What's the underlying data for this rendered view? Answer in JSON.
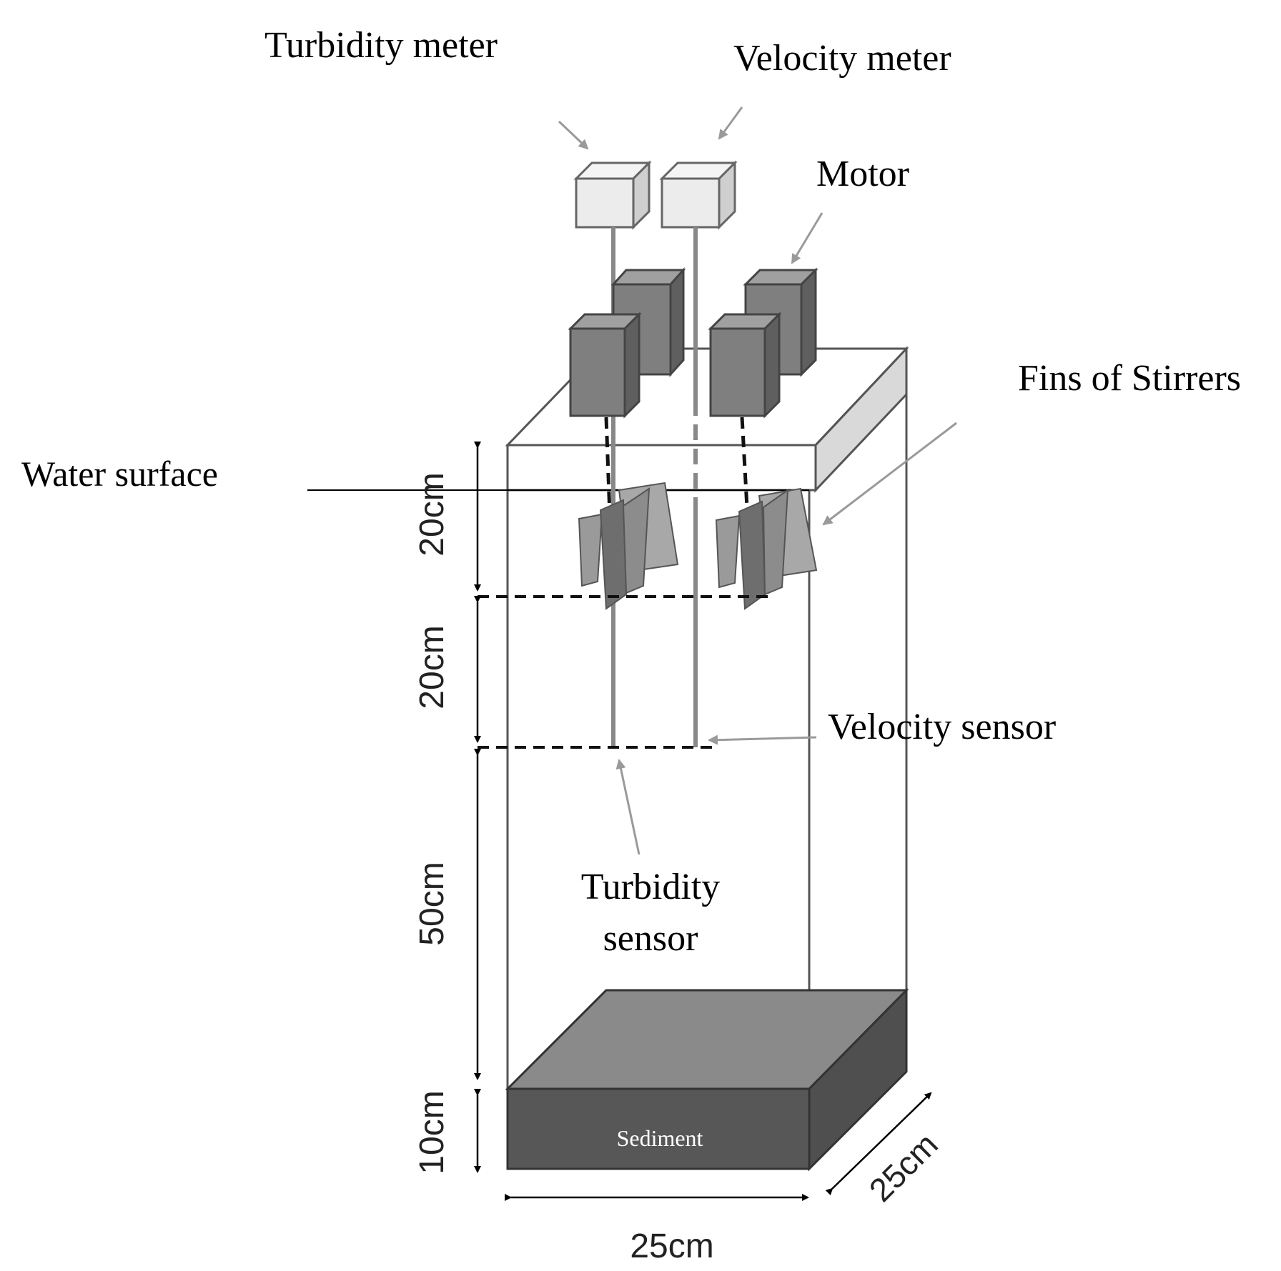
{
  "labels": {
    "turbidity_meter": "Turbidity meter",
    "velocity_meter": "Velocity meter",
    "motor": "Motor",
    "fins_of_stirrers": "Fins of Stirrers",
    "water_surface": "Water surface",
    "velocity_sensor": "Velocity sensor",
    "turbidity_sensor_line1": "Turbidity",
    "turbidity_sensor_line2": "sensor",
    "sediment": "Sediment"
  },
  "dimensions": {
    "top_layer": "20cm",
    "middle_layer": "20cm",
    "lower_layer": "50cm",
    "sediment_layer": "10cm",
    "width": "25cm",
    "depth": "25cm"
  },
  "colors": {
    "device_box": "#ececec",
    "motor": "#7f7f7f",
    "fin": "#8c8c8c",
    "sediment_front": "#575757",
    "sediment_top": "#8a8a8a",
    "arrow": "#9a9a9a"
  }
}
